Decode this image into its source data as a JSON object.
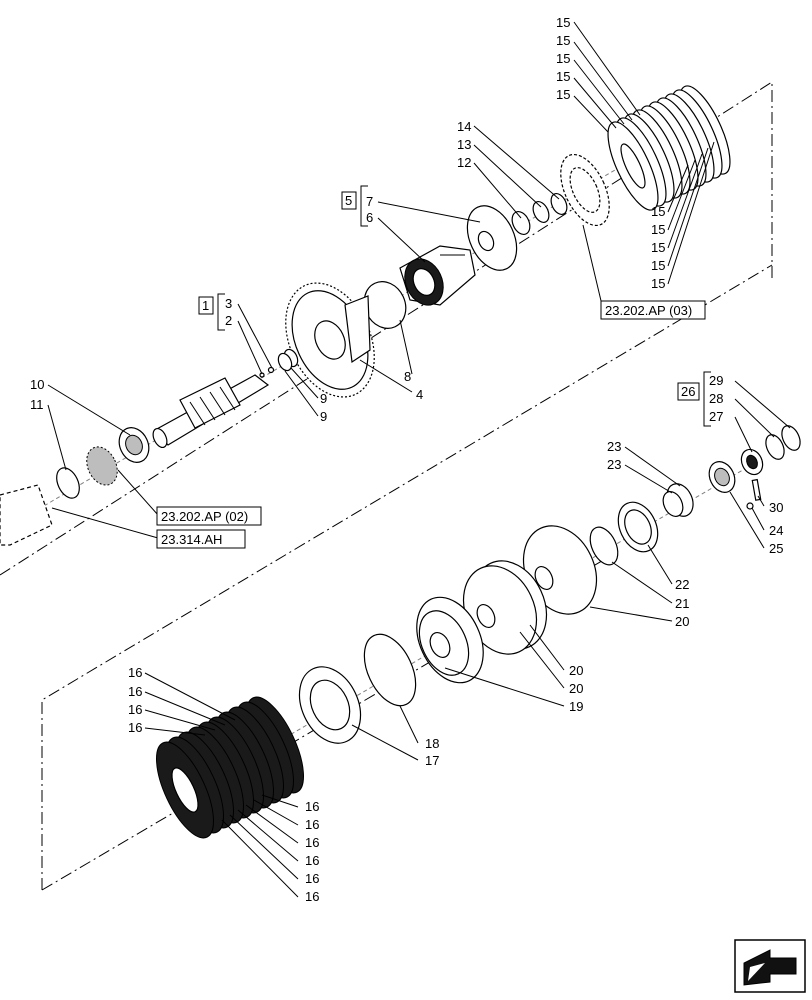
{
  "callouts": {
    "c1": "1",
    "c2": "2",
    "c3": "3",
    "c4": "4",
    "c5": "5",
    "c6": "6",
    "c7": "7",
    "c8": "8",
    "c9": "9",
    "c10": "10",
    "c11": "11",
    "c12": "12",
    "c13": "13",
    "c14": "14",
    "c15": "15",
    "c16": "16",
    "c17": "17",
    "c18": "18",
    "c19": "19",
    "c20": "20",
    "c21": "21",
    "c22": "22",
    "c23": "23",
    "c24": "24",
    "c25": "25",
    "c26": "26",
    "c27": "27",
    "c28": "28",
    "c29": "29",
    "c30": "30"
  },
  "references": {
    "ref_ap03": "23.202.AP (03)",
    "ref_ap02": "23.202.AP (02)",
    "ref_ah": "23.314.AH"
  },
  "nav_icon": "return-arrow-icon"
}
